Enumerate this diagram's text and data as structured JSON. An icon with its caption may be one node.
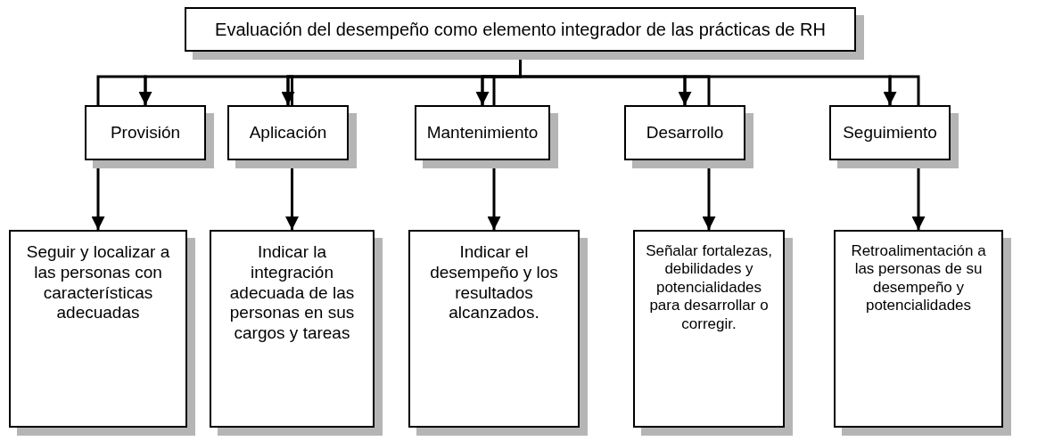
{
  "diagram": {
    "nodes": [
      {
        "text": [
          "Evaluación del desempeño como elemento integrador de las prácticas de RH"
        ]
      },
      {
        "text": [
          "Provisión"
        ]
      },
      {
        "text": [
          "Aplicación"
        ]
      },
      {
        "text": [
          "Mantenimiento"
        ]
      },
      {
        "text": [
          "Desarrollo"
        ]
      },
      {
        "text": [
          "Seguimiento"
        ]
      },
      {
        "text": [
          "Seguir y localizar a las personas con características adecuadas"
        ]
      },
      {
        "text": [
          "Indicar la integración adecuada de las personas en sus cargos y tareas"
        ]
      },
      {
        "text": [
          "Indicar el desempeño y los resultados alcanzados."
        ]
      },
      {
        "text": [
          "Señalar fortalezas, debilidades y potencialidades para desarrollar o corregir."
        ]
      },
      {
        "text": [
          "Retroalimentación a las personas de su desempeño y potencialidades"
        ]
      }
    ],
    "edges": [
      {
        "from": 0,
        "to": 1,
        "arrow": "to"
      },
      {
        "from": 0,
        "to": 2,
        "arrow": "to"
      },
      {
        "from": 0,
        "to": 3,
        "arrow": "to"
      },
      {
        "from": 0,
        "to": 4,
        "arrow": "to"
      },
      {
        "from": 0,
        "to": 5,
        "arrow": "to"
      },
      {
        "from": 1,
        "to": 6,
        "arrow": "to"
      },
      {
        "from": 2,
        "to": 7,
        "arrow": "to"
      },
      {
        "from": 3,
        "to": 8,
        "arrow": "to"
      },
      {
        "from": 4,
        "to": 9,
        "arrow": "to"
      },
      {
        "from": 5,
        "to": 10,
        "arrow": "to"
      }
    ]
  }
}
